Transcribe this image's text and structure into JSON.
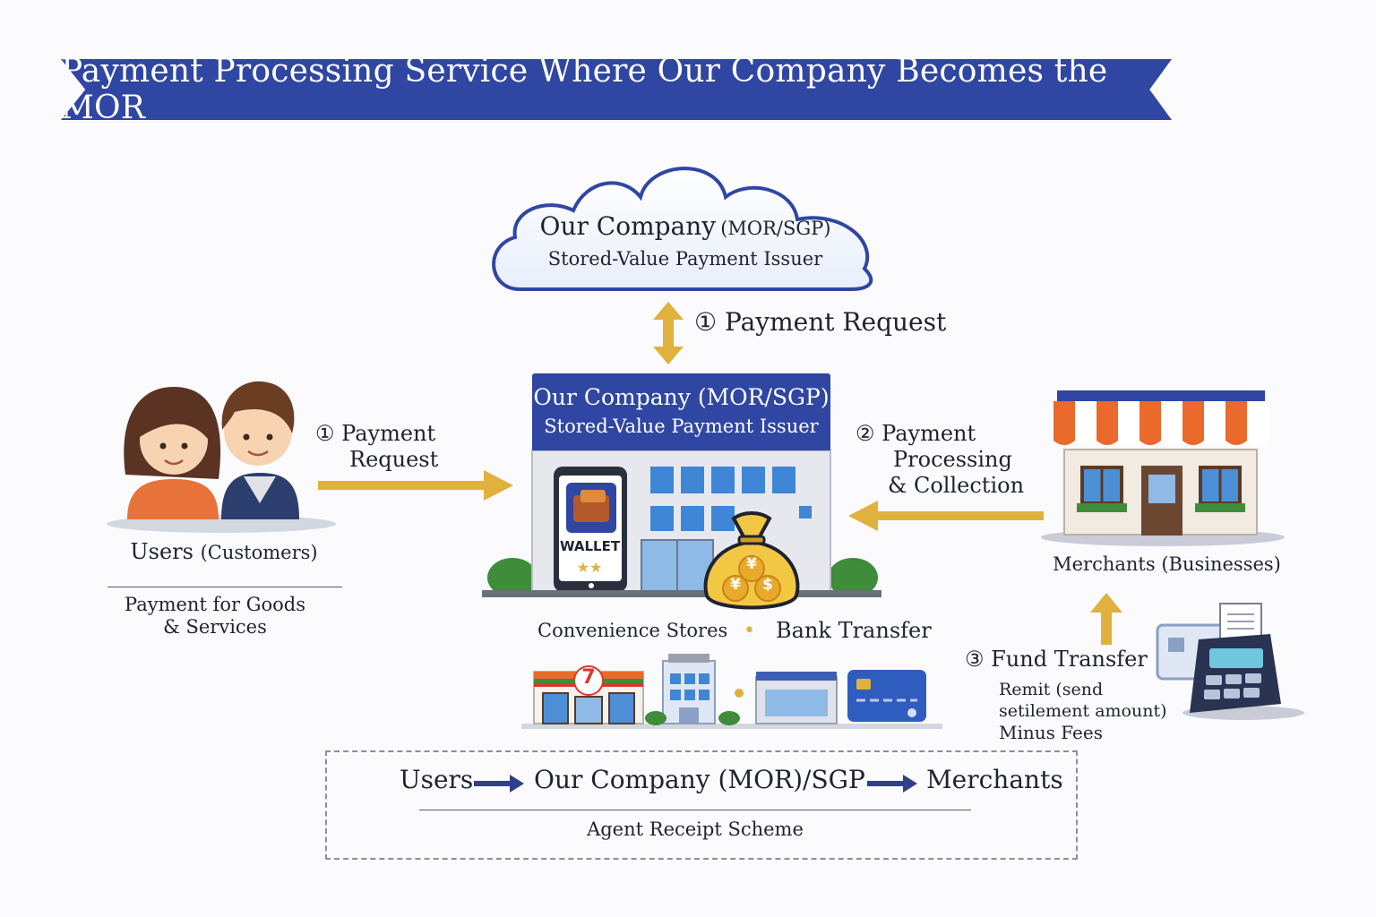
{
  "title": "Payment Processing Service Where Our Company Becomes the MOR",
  "cloud": {
    "name": "Our Company",
    "name_paren": "(MOR/SGP)",
    "subtitle": "Stored-Value Payment Issuer"
  },
  "top_arrow": {
    "number": "①",
    "label": "Payment Request"
  },
  "building": {
    "line1": "Our Company (MOR/SGP)",
    "line2": "Stored-Value Payment Issuer",
    "wallet_label": "WALLET",
    "wallet_stars": "★★",
    "bag_symbols": [
      "¥",
      "¥",
      "$"
    ]
  },
  "users": {
    "label": "Users",
    "label_paren": "(Customers)",
    "sub_line1": "Payment for Goods",
    "sub_line2": "& Services"
  },
  "left_arrow": {
    "number": "①",
    "line1": "Payment",
    "line2": "Request"
  },
  "right_arrow": {
    "number": "②",
    "line1": "Payment",
    "line2": "Processing",
    "line3": "& Collection"
  },
  "merchants": {
    "label": "Merchants (Businesses)"
  },
  "fund_transfer": {
    "number": "③",
    "label": "Fund Transfer",
    "line1": "Remit (send",
    "line2": "setilement amount)",
    "line3": "Minus Fees"
  },
  "channels": {
    "left": "Convenience Stores",
    "separator": "•",
    "right": "Bank Transfer",
    "store_sign": "7"
  },
  "scheme": {
    "step1": "Users",
    "step2": "Our Company (MOR)/SGP",
    "step3": "Merchants",
    "caption": "Agent Receipt Scheme"
  },
  "colors": {
    "banner": "#2f46a3",
    "arrow_gold": "#e0b13c",
    "scheme_arrow": "#2f3f8a",
    "awning_orange": "#ea6a2b"
  }
}
